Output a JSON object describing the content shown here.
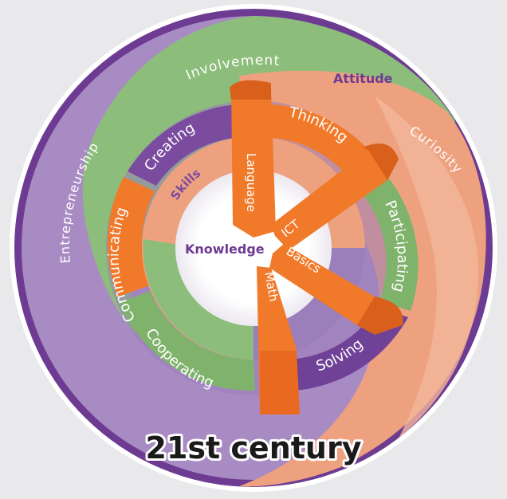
{
  "colors": {
    "purple": "#7b4a9c",
    "purple_light": "#a98bc4",
    "green": "#7fb36c",
    "green_light": "#a7cd93",
    "salmon": "#ee9a78",
    "salmon_light": "#f3b89c",
    "orange": "#f07a2a",
    "orange_dark": "#d9601b",
    "background": "#e9e8eb"
  },
  "outer_ring": {
    "involvement": "Involvement",
    "attitude": "Attitude",
    "curiosity": "Curiosity",
    "entrepreneurship": "Entrepreneurship"
  },
  "skills_ring": {
    "creating": "Creating",
    "thinking": "Thinking",
    "participating": "Participating",
    "solving": "Solving",
    "cooperating": "Cooperating",
    "communicating": "Communicating",
    "skills": "Skills"
  },
  "core": {
    "knowledge": "Knowledge",
    "language": "Language",
    "ict": "ICT",
    "basics": "Basics",
    "math": "Math"
  },
  "footer": {
    "title": "21st century"
  }
}
